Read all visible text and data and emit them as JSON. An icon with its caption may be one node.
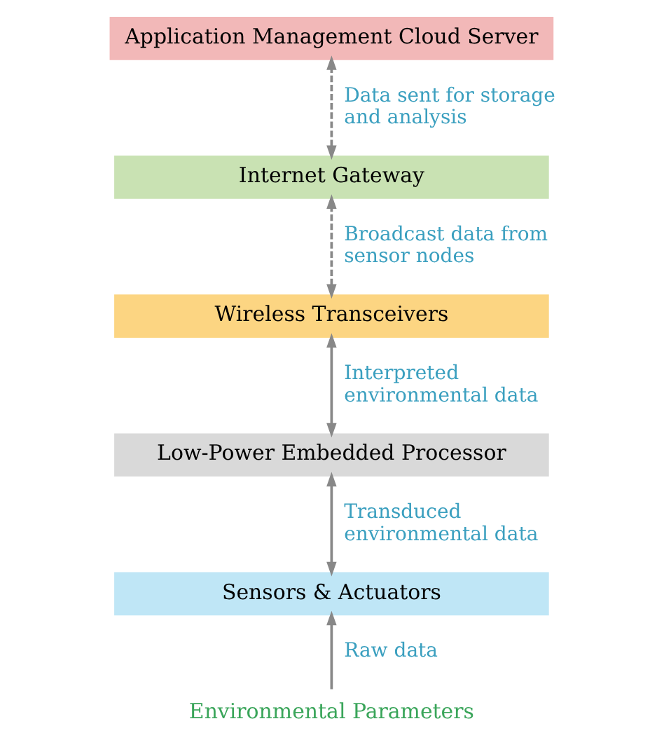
{
  "diagram": {
    "nodes": [
      {
        "text": [
          "Application Management Cloud Server"
        ]
      },
      {
        "text": [
          "Internet Gateway"
        ]
      },
      {
        "text": [
          "Wireless Transceivers"
        ]
      },
      {
        "text": [
          "Low-Power Embedded Processor"
        ]
      },
      {
        "text": [
          "Sensors & Actuators"
        ]
      },
      {
        "text": [
          "Environmental Parameters"
        ]
      }
    ],
    "edges": [
      {
        "from": 1,
        "to": 0,
        "arrow": "both",
        "style": "dashed",
        "label": "Data sent for storage and analysis"
      },
      {
        "from": 2,
        "to": 1,
        "arrow": "both",
        "style": "dashed",
        "label": "Broadcast data from sensor nodes"
      },
      {
        "from": 3,
        "to": 2,
        "arrow": "both",
        "label": "Interpreted environmental data"
      },
      {
        "from": 4,
        "to": 3,
        "arrow": "both",
        "label": "Transduced environmental data"
      },
      {
        "from": 5,
        "to": 4,
        "arrow": "to",
        "label": "Raw data"
      }
    ]
  }
}
